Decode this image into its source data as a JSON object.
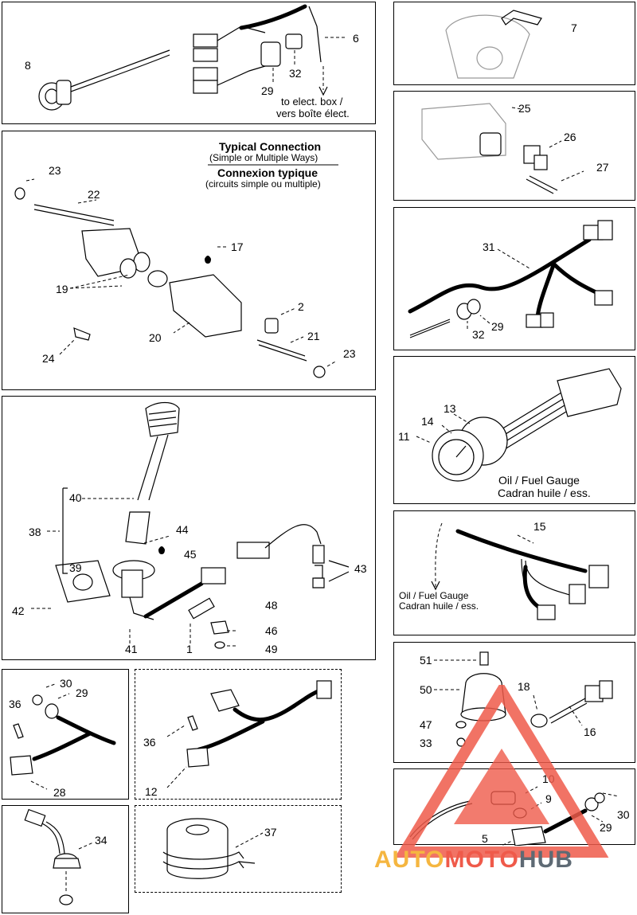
{
  "panels": {
    "p1": {
      "parts": [
        "8",
        "29",
        "32",
        "6"
      ],
      "note_en": "to elect. box /",
      "note_fr": "vers boîte élect."
    },
    "p7": {
      "parts": [
        "7"
      ]
    },
    "p25": {
      "parts": [
        "25",
        "26",
        "27"
      ]
    },
    "p31": {
      "parts": [
        "31",
        "32",
        "29"
      ]
    },
    "p11": {
      "parts": [
        "13",
        "14",
        "11"
      ],
      "caption_en": "Oil / Fuel Gauge",
      "caption_fr": "Cadran huile / ess."
    },
    "p15": {
      "parts": [
        "15"
      ],
      "caption_en": "Oil / Fuel Gauge",
      "caption_fr": "Cadran huile / ess."
    },
    "p51": {
      "parts": [
        "51",
        "50",
        "18",
        "47",
        "33",
        "16"
      ]
    },
    "p10": {
      "parts": [
        "10",
        "9",
        "30",
        "29",
        "5"
      ]
    },
    "p19": {
      "title_en": "Typical Connection",
      "subtitle_en": "(Simple or Multiple Ways)",
      "title_fr": "Connexion typique",
      "subtitle_fr": "(circuits simple ou multiple)",
      "parts": [
        "23",
        "22",
        "17",
        "19",
        "2",
        "20",
        "21",
        "23",
        "24"
      ]
    },
    "p38": {
      "parts": [
        "40",
        "38",
        "39",
        "44",
        "45",
        "43",
        "42",
        "48",
        "46",
        "49",
        "41",
        "1"
      ]
    },
    "p28": {
      "parts": [
        "30",
        "29",
        "36",
        "28"
      ]
    },
    "p12": {
      "parts": [
        "36",
        "12"
      ]
    },
    "p34": {
      "parts": [
        "34"
      ]
    },
    "p37": {
      "parts": [
        "37"
      ]
    }
  },
  "watermark": {
    "part1": "AUTO",
    "part2": "MOTO",
    "part3": "HUB"
  },
  "colors": {
    "line": "#000000",
    "background": "#ffffff",
    "wm_yellow": "#f5b640",
    "wm_red": "#ef5a4a",
    "wm_gray": "#5e6a74"
  }
}
